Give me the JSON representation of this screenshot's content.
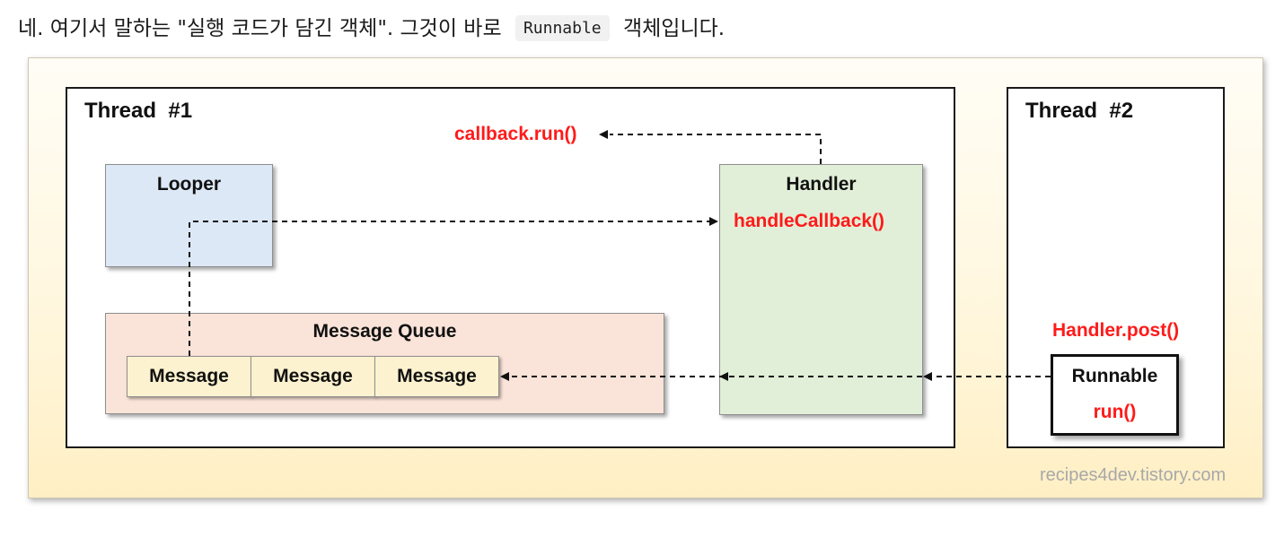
{
  "intro": {
    "before": "네. 여기서 말하는 \"실행 코드가 담긴 객체\". 그것이 바로",
    "code": "Runnable",
    "after": "객체입니다."
  },
  "diagram": {
    "thread1": {
      "label": "Thread  #1"
    },
    "thread2": {
      "label": "Thread  #2"
    },
    "looper": {
      "title": "Looper"
    },
    "message_queue": {
      "title": "Message Queue",
      "messages": [
        "Message",
        "Message",
        "Message"
      ]
    },
    "handler": {
      "title": "Handler",
      "method": "handleCallback()"
    },
    "callback_call": "callback.run()",
    "post_call": "Handler.post()",
    "runnable": {
      "title": "Runnable",
      "method": "run()"
    },
    "watermark": "recipes4dev.tistory.com",
    "colors": {
      "red_text": "#ff1a1a",
      "looper_fill": "#dce8f6",
      "queue_fill": "#fae3d8",
      "handler_fill": "#e2efd8",
      "message_fill": "#fdf2cf"
    }
  }
}
